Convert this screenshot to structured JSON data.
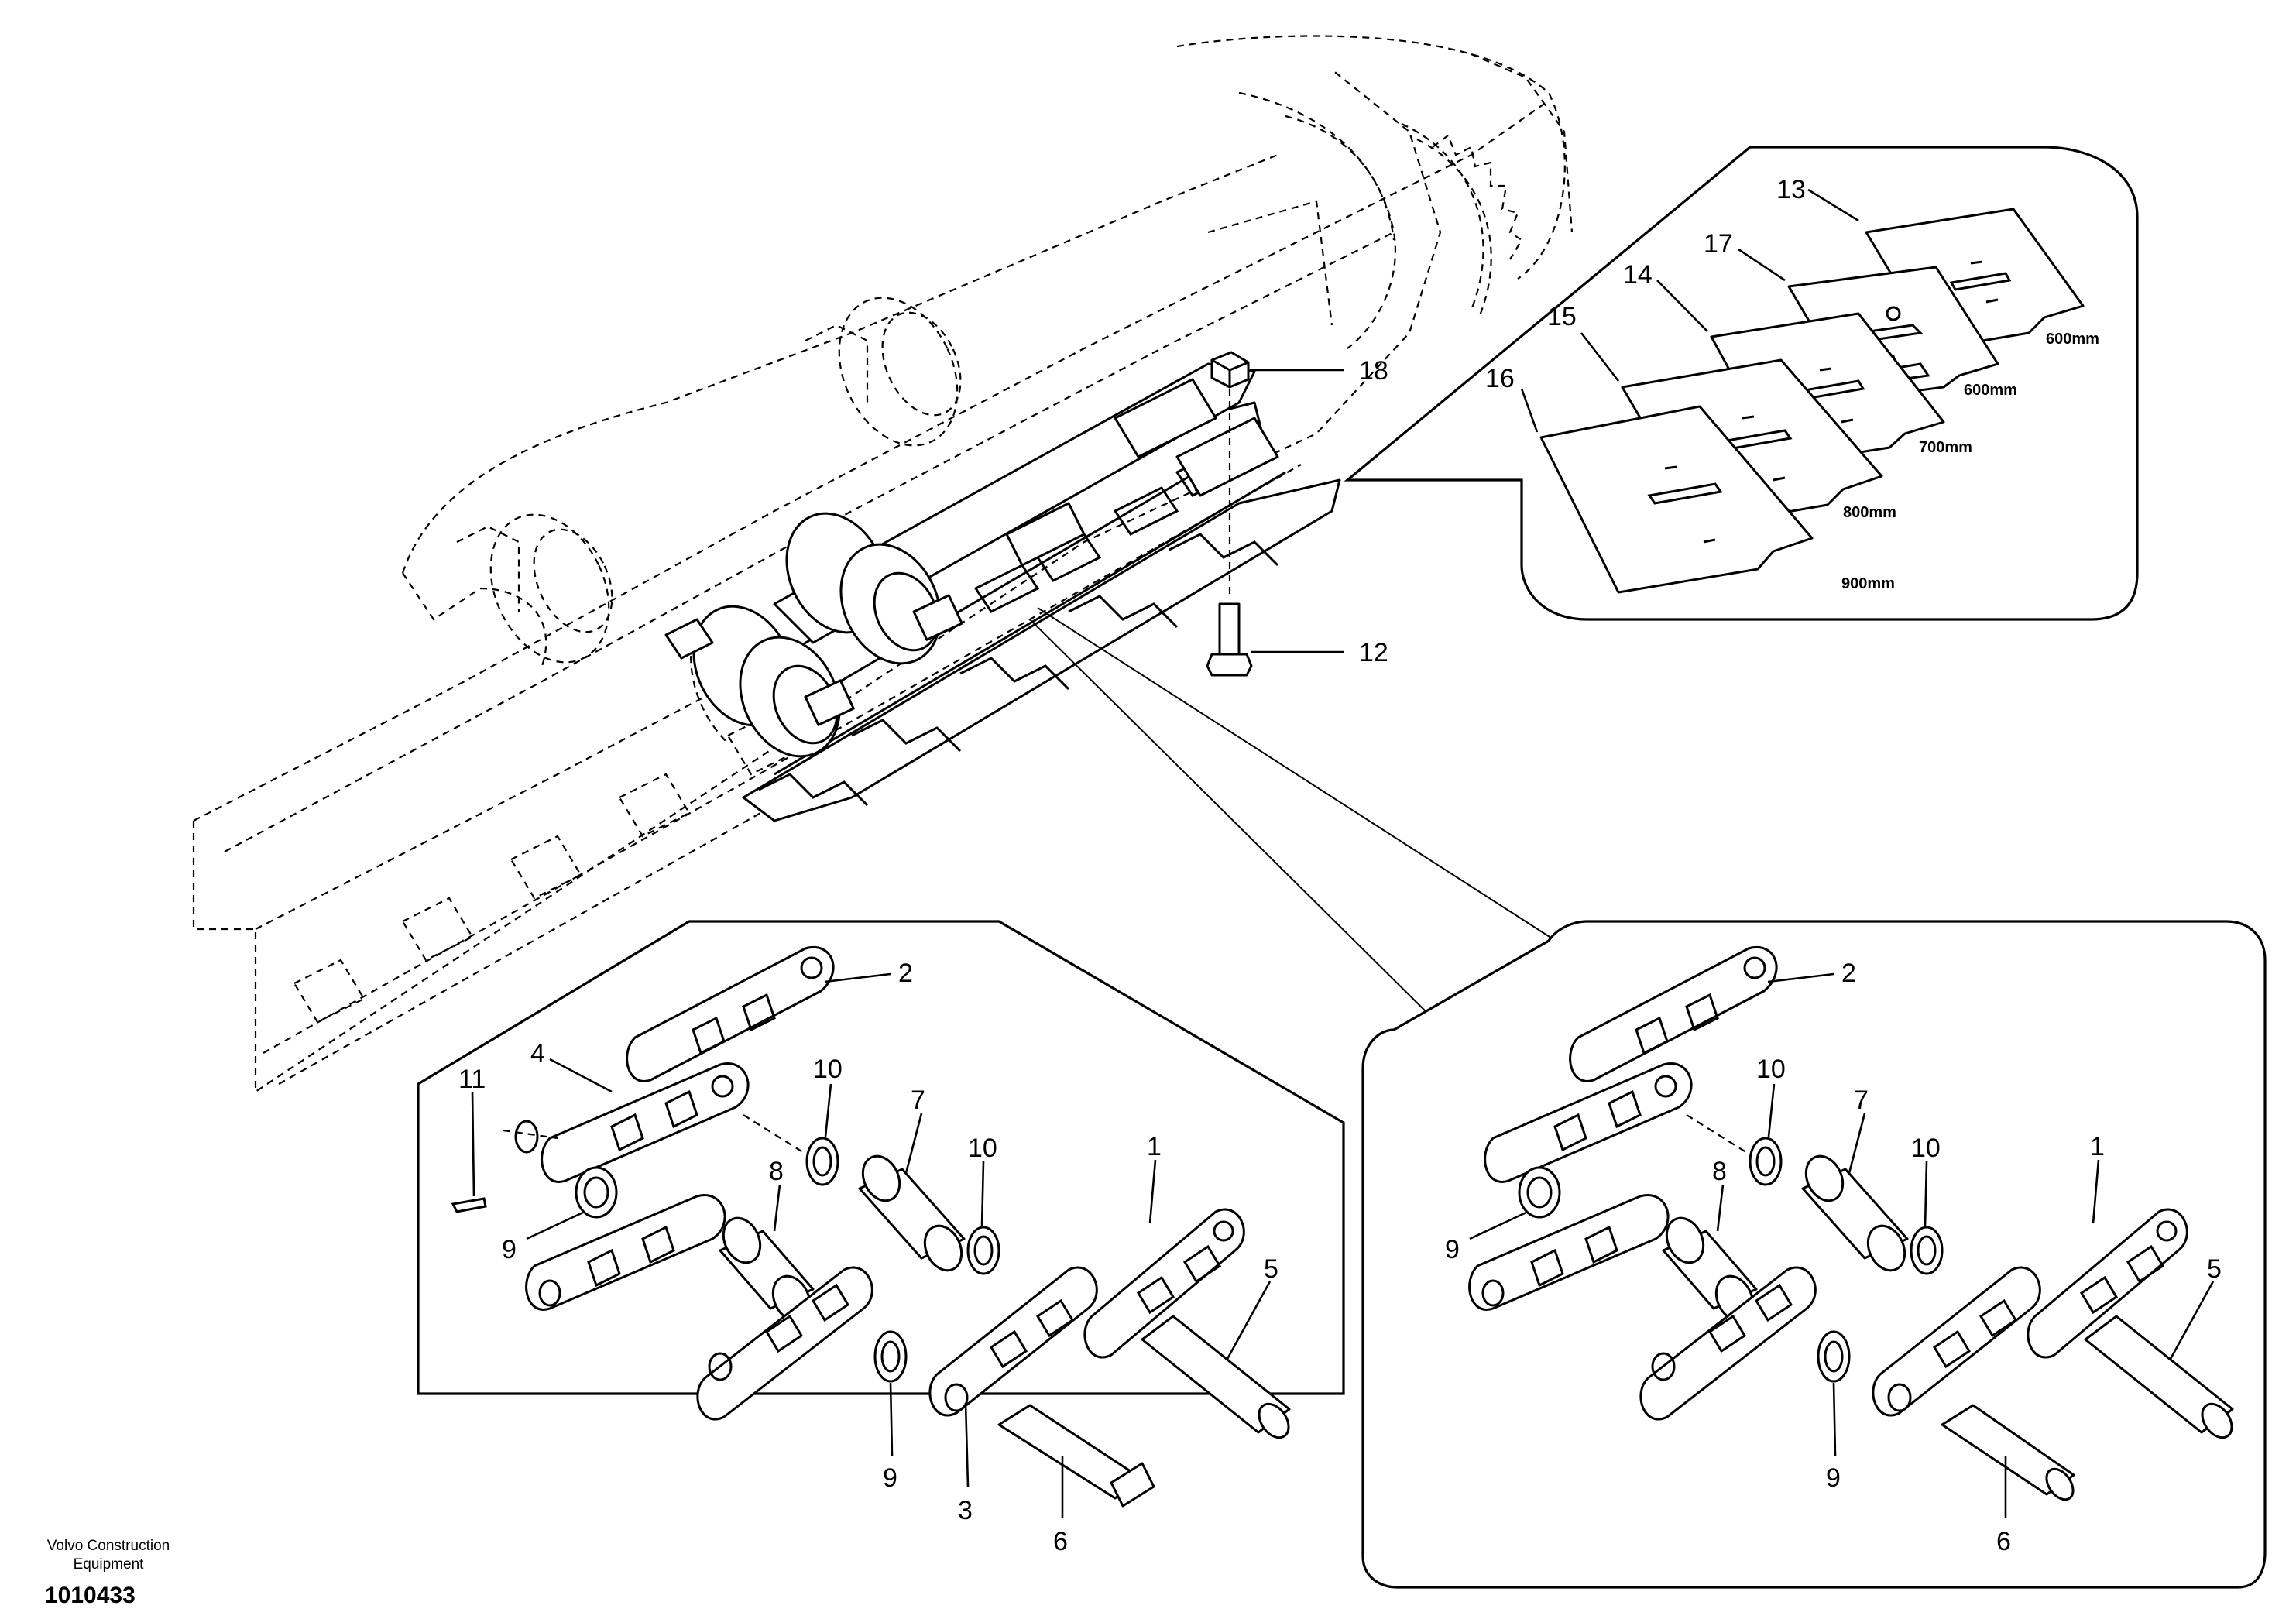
{
  "footer": {
    "company_line1": "Volvo Construction",
    "company_line2": "Equipment",
    "drawing_number": "1010433"
  },
  "main_view": {
    "callouts": {
      "nut": "18",
      "bolt": "12"
    }
  },
  "shoe_inset": {
    "shoes": [
      {
        "callout": "13",
        "width": "600mm"
      },
      {
        "callout": "17",
        "width": "600mm"
      },
      {
        "callout": "14",
        "width": "700mm"
      },
      {
        "callout": "15",
        "width": "800mm"
      },
      {
        "callout": "16",
        "width": "900mm"
      }
    ]
  },
  "left_detail": {
    "callouts": {
      "link_top": "2",
      "link_mid": "4",
      "pin_lock": "11",
      "seal_left": "9",
      "seal_top": "10",
      "bushing_top": "7",
      "seal_right": "10",
      "bushing_mid": "8",
      "link_right": "1",
      "pin_right": "5",
      "seal_bottom": "9",
      "link_bottom": "3",
      "pin_bottom": "6"
    }
  },
  "right_detail": {
    "callouts": {
      "link_top": "2",
      "seal_left": "9",
      "seal_top": "10",
      "bushing_top": "7",
      "seal_right": "10",
      "bushing_mid": "8",
      "link_right": "1",
      "pin_right": "5",
      "seal_bottom": "9",
      "pin_bottom": "6"
    }
  }
}
